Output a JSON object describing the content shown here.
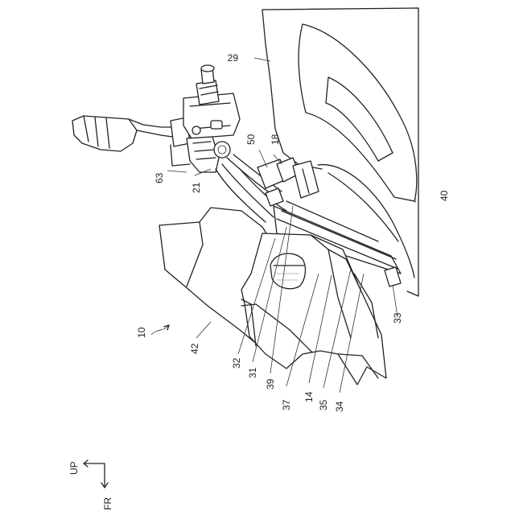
{
  "labels": {
    "l10": "10",
    "l14": "14",
    "l18": "18",
    "l21": "21",
    "l29": "29",
    "l31": "31",
    "l32": "32",
    "l33": "33",
    "l34": "34",
    "l35": "35",
    "l37": "37",
    "l39": "39",
    "l40": "40",
    "l42": "42",
    "l50": "50",
    "l63": "63"
  },
  "direction": {
    "up": "UP",
    "front": "FR"
  }
}
